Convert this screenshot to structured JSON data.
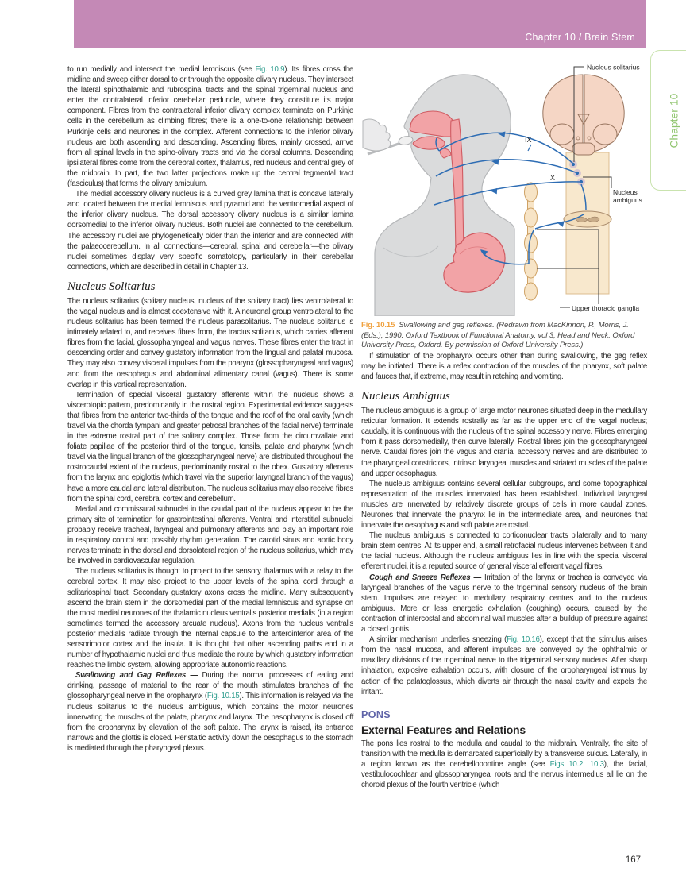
{
  "header": {
    "title": "Chapter 10 / Brain Stem"
  },
  "side_tab": {
    "label": "Chapter 10"
  },
  "page_number": "167",
  "colors": {
    "header_bar": "#c489b6",
    "tab_green": "#8fc46d",
    "reference_teal": "#2f9d8e",
    "caption_orange": "#f0a240",
    "pons_heading_purple": "#5f64a8"
  },
  "left_column": {
    "p1": {
      "pre": "to run medially and intersect the medial lemniscus (see ",
      "ref": "Fig. 10.9",
      "post": "). Its fibres cross the midline and sweep either dorsal to or through the opposite olivary nucleus. They intersect the lateral spinothalamic and rubrospinal tracts and the spinal trigeminal nucleus and enter the contralateral inferior cerebellar peduncle, where they constitute its major component. Fibres from the contralateral inferior olivary complex terminate on Purkinje cells in the cerebellum as climbing fibres; there is a one-to-one relationship between Purkinje cells and neurones in the complex. Afferent connections to the inferior olivary nucleus are both ascending and descending. Ascending fibres, mainly crossed, arrive from all spinal levels in the spino-olivary tracts and via the dorsal columns. Descending ipsilateral fibres come from the cerebral cortex, thalamus, red nucleus and central grey of the midbrain. In part, the two latter projections make up the central tegmental tract (fasciculus) that forms the olivary amiculum."
    },
    "p2": {
      "text": "The medial accessory olivary nucleus is a curved grey lamina that is concave laterally and located between the medial lemniscus and pyramid and the ventromedial aspect of the inferior olivary nucleus. The dorsal accessory olivary nucleus is a similar lamina dorsomedial to the inferior olivary nucleus. Both nuclei are connected to the cerebellum. The accessory nuclei are phylogenetically older than the inferior and are connected with the palaeocerebellum. In all connections—cerebral, spinal and cerebellar—the olivary nuclei sometimes display very specific somatotopy, particularly in their cerebellar connections, which are described in detail in Chapter 13."
    },
    "h_solitarius": "Nucleus Solitarius",
    "p3": {
      "text": "The nucleus solitarius (solitary nucleus, nucleus of the solitary tract) lies ventrolateral to the vagal nucleus and is almost coextensive with it. A neuronal group ventrolateral to the nucleus solitarius has been termed the nucleus parasolitarius. The nucleus solitarius is intimately related to, and receives fibres from, the tractus solitarius, which carries afferent fibres from the facial, glossopharyngeal and vagus nerves. These fibres enter the tract in descending order and convey gustatory information from the lingual and palatal mucosa. They may also convey visceral impulses from the pharynx (glossopharyngeal and vagus) and from the oesophagus and abdominal alimentary canal (vagus). There is some overlap in this vertical representation."
    },
    "p4": {
      "text": "Termination of special visceral gustatory afferents within the nucleus shows a viscerotopic pattern, predominantly in the rostral region. Experimental evidence suggests that fibres from the anterior two-thirds of the tongue and the roof of the oral cavity (which travel via the chorda tympani and greater petrosal branches of the facial nerve) terminate in the extreme rostral part of the solitary complex. Those from the circumvallate and foliate papillae of the posterior third of the tongue, tonsils, palate and pharynx (which travel via the lingual branch of the glossopharyngeal nerve) are distributed throughout the rostrocaudal extent of the nucleus, predominantly rostral to the obex. Gustatory afferents from the larynx and epiglottis (which travel via the superior laryngeal branch of the vagus) have a more caudal and lateral distribution. The nucleus solitarius may also receive fibres from the spinal cord, cerebral cortex and cerebellum."
    },
    "p5": {
      "text": "Medial and commissural subnuclei in the caudal part of the nucleus appear to be the primary site of termination for gastrointestinal afferents. Ventral and interstitial subnuclei probably receive tracheal, laryngeal and pulmonary afferents and play an important role in respiratory control and possibly rhythm generation. The carotid sinus and aortic body nerves terminate in the dorsal and dorsolateral region of the nucleus solitarius, which may be involved in cardiovascular regulation."
    },
    "p6": {
      "text": "The nucleus solitarius is thought to project to the sensory thalamus with a relay to the cerebral cortex. It may also project to the upper levels of the spinal cord through a solitariospinal tract. Secondary gustatory axons cross the midline. Many subsequently ascend the brain stem in the dorsomedial part of the medial lemniscus and synapse on the most medial neurones of the thalamic nucleus ventralis posterior medialis (in a region sometimes termed the accessory arcuate nucleus). Axons from the nucleus ventralis posterior medialis radiate through the internal capsule to the anteroinferior area of the sensorimotor cortex and the insula. It is thought that other ascending paths end in a number of hypothalamic nuclei and thus mediate the route by which gustatory information reaches the limbic system, allowing appropriate autonomic reactions."
    },
    "p7": {
      "lead": "Swallowing and Gag Reflexes — ",
      "pre": "During the normal processes of eating and drinking, passage of material to the rear of the mouth stimulates branches of the glossopharyngeal nerve in the oropharynx (",
      "ref": "Fig. 10.15",
      "post": "). This information is relayed via the nucleus solitarius to the nucleus ambiguus, which contains the motor neurones innervating the muscles of the palate, pharynx and larynx. The nasopharynx is closed off from the oropharynx by elevation of the soft palate. The larynx is raised, its entrance narrows and the glottis is closed. Peristaltic activity down the oesophagus to the stomach is mediated through the pharyngeal plexus."
    }
  },
  "figure": {
    "labels": {
      "nucleus_solitarius": "Nucleus solitarius",
      "ix": "IX",
      "x": "X",
      "nucleus_ambiguus_1": "Nucleus",
      "nucleus_ambiguus_2": "ambiguus",
      "upper_thoracic": "Upper thoracic ganglia"
    },
    "caption": {
      "label": "Fig. 10.15",
      "text": "Swallowing and gag reflexes. (Redrawn from MacKinnon, P., Morris, J. (Eds.), 1990. Oxford Textbook of Functional Anatomy, vol 3, Head and Neck. Oxford University Press, Oxford. By permission of Oxford University Press.)"
    }
  },
  "right_column": {
    "p8": {
      "text": "If stimulation of the oropharynx occurs other than during swallowing, the gag reflex may be initiated. There is a reflex contraction of the muscles of the pharynx, soft palate and fauces that, if extreme, may result in retching and vomiting."
    },
    "h_ambiguus": "Nucleus Ambiguus",
    "p9": {
      "text": "The nucleus ambiguus is a group of large motor neurones situated deep in the medullary reticular formation. It extends rostrally as far as the upper end of the vagal nucleus; caudally, it is continuous with the nucleus of the spinal accessory nerve. Fibres emerging from it pass dorsomedially, then curve laterally. Rostral fibres join the glossopharyngeal nerve. Caudal fibres join the vagus and cranial accessory nerves and are distributed to the pharyngeal constrictors, intrinsic laryngeal muscles and striated muscles of the palate and upper oesophagus."
    },
    "p10": {
      "text": "The nucleus ambiguus contains several cellular subgroups, and some topographical representation of the muscles innervated has been established. Individual laryngeal muscles are innervated by relatively discrete groups of cells in more caudal zones. Neurones that innervate the pharynx lie in the intermediate area, and neurones that innervate the oesophagus and soft palate are rostral."
    },
    "p11": {
      "text": "The nucleus ambiguus is connected to corticonuclear tracts bilaterally and to many brain stem centres. At its upper end, a small retrofacial nucleus intervenes between it and the facial nucleus. Although the nucleus ambiguus lies in line with the special visceral efferent nuclei, it is a reputed source of general visceral efferent vagal fibres."
    },
    "p12": {
      "lead": "Cough and Sneeze Reflexes — ",
      "text": "Irritation of the larynx or trachea is conveyed via laryngeal branches of the vagus nerve to the trigeminal sensory nucleus of the brain stem. Impulses are relayed to medullary respiratory centres and to the nucleus ambiguus. More or less energetic exhalation (coughing) occurs, caused by the contraction of intercostal and abdominal wall muscles after a buildup of pressure against a closed glottis."
    },
    "p13": {
      "pre": "A similar mechanism underlies sneezing (",
      "ref": "Fig. 10.16",
      "post": "), except that the stimulus arises from the nasal mucosa, and afferent impulses are conveyed by the ophthalmic or maxillary divisions of the trigeminal nerve to the trigeminal sensory nucleus. After sharp inhalation, explosive exhalation occurs, with closure of the oropharyngeal isthmus by action of the palatoglossus, which diverts air through the nasal cavity and expels the irritant."
    },
    "h_pons": "PONS",
    "h_external": "External Features and Relations",
    "p14": {
      "pre": "The pons lies rostral to the medulla and caudal to the midbrain. Ventrally, the site of transition with the medulla is demarcated superficially by a transverse sulcus. Laterally, in a region known as the cerebellopontine angle (see ",
      "ref": "Figs 10.2, 10.3",
      "post": "), the facial, vestibulocochlear and glossopharyngeal roots and the nervus intermedius all lie on the choroid plexus of the fourth ventricle (which"
    }
  }
}
